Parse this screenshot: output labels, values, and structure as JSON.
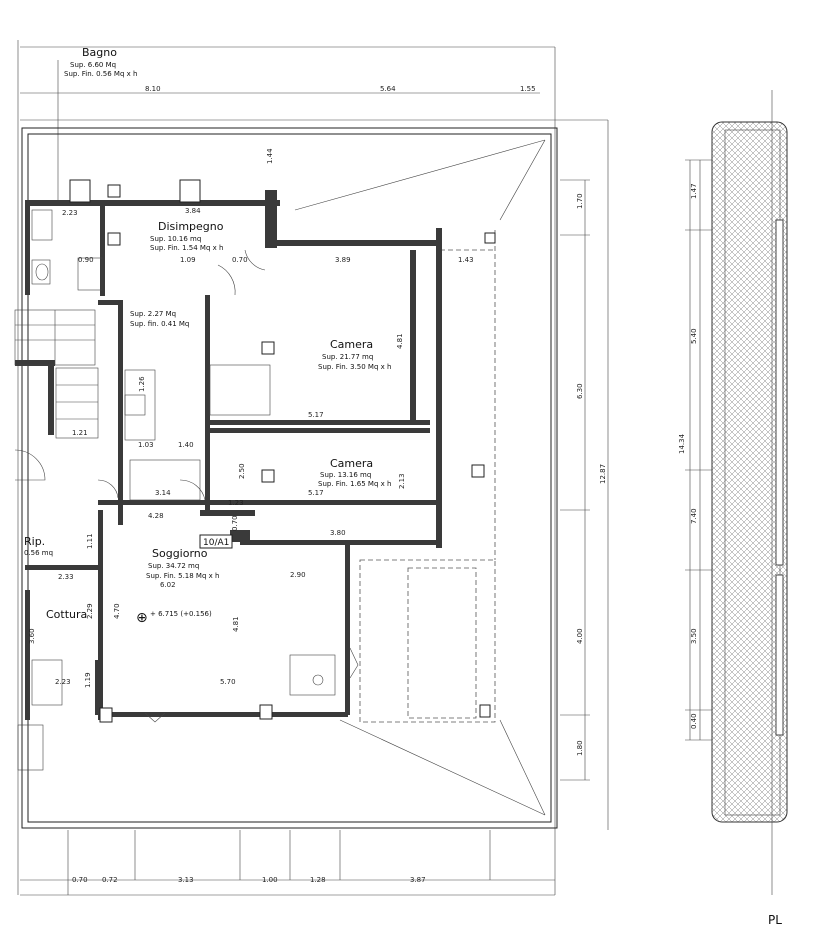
{
  "rooms": {
    "bagno": {
      "name": "Bagno",
      "sup": "Sup. 6.60 Mq",
      "sup2": "Sup. Fin. 0.56 Mq x h"
    },
    "disimpegno": {
      "name": "Disimpegno",
      "sup": "Sup. 10.16 mq",
      "sup2": "Sup. Fin. 1.54 Mq x h"
    },
    "rip_small": {
      "sup": "Sup. 2.27 Mq",
      "sup2": "Sup. fin. 0.41 Mq"
    },
    "camera1": {
      "name": "Camera",
      "sup": "Sup. 21.77 mq",
      "sup2": "Sup. Fin. 3.50 Mq x h"
    },
    "camera2": {
      "name": "Camera",
      "sup": "Sup. 13.16 mq",
      "sup2": "Sup. Fin. 1.65 Mq x h"
    },
    "soggiorno": {
      "name": "Soggiorno",
      "sup": "Sup. 34.72 mq",
      "sup2": "Sup. Fin. 5.18 Mq x h"
    },
    "cottura": {
      "name": "Cottura"
    },
    "rip": {
      "name": "Rip.",
      "sup": "0.56 mq"
    }
  },
  "unit_tag": "10/A1",
  "level_note": "+ 6.715 (+0.156)",
  "dimensions": {
    "top_a": "8.10",
    "top_b": "5.64",
    "top_c": "1.55",
    "d_384": "3.84",
    "d_344": "1.44",
    "d_223": "2.23",
    "d_090": "0.90",
    "d_109": "1.09",
    "d_070a": "0.70",
    "d_389": "3.89",
    "d_143": "1.43",
    "d_481": "4.81",
    "d_517": "5.17",
    "d_126": "1.26",
    "d_221": "1.21",
    "d_103": "1.03",
    "d_140": "1.40",
    "d_250": "2.50",
    "d_213": "2.13",
    "d_314": "3.14",
    "d_123": "1.23",
    "d_517b": "5.17",
    "d_428": "4.28",
    "d_070": "0.70",
    "d_380": "3.80",
    "d_111": "1.11",
    "d_290": "2.90",
    "d_602": "6.02",
    "d_233": "2.33",
    "d_229": "2.29",
    "d_470": "4.70",
    "d_481b": "4.81",
    "d_360": "3.60",
    "d_223b": "2.23",
    "d_119": "1.19",
    "d_570": "5.70",
    "d_170": "1.70",
    "d_630": "6.30",
    "d_1287": "12.87",
    "d_400": "4.00",
    "d_180": "1.80",
    "b_070": "0.70",
    "b_072": "0.72",
    "b_313": "3.13",
    "b_100": "1.00",
    "b_128": "1.28",
    "b_387": "3.87",
    "s_147": "1.47",
    "s_540": "5.40",
    "s_1434": "14.34",
    "s_740": "7.40",
    "s_350": "3.50",
    "s_040": "0.40"
  },
  "corner_label": "PL"
}
